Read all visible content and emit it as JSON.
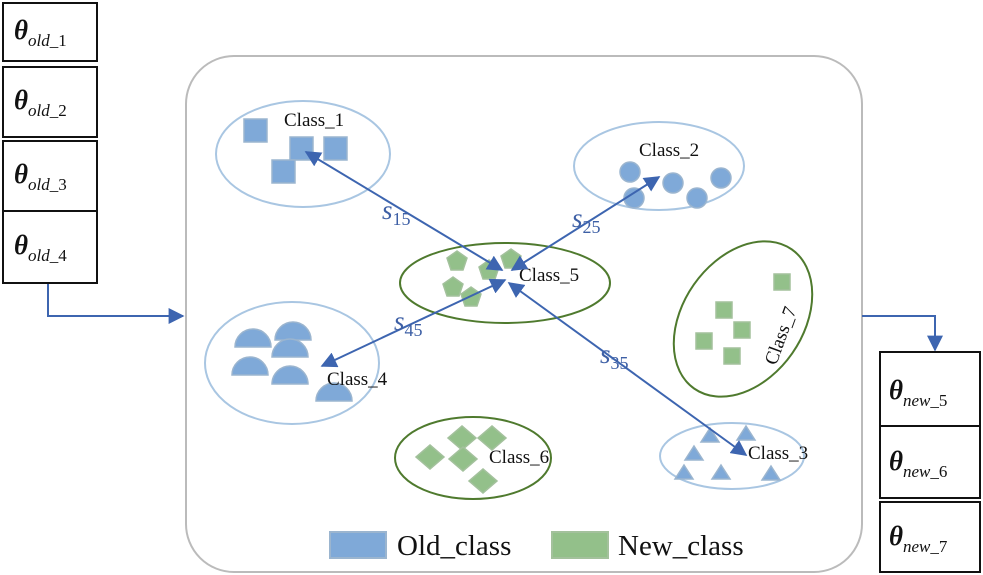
{
  "left_params": [
    {
      "symbol": "θ",
      "sub": "old",
      "num": "1"
    },
    {
      "symbol": "θ",
      "sub": "old",
      "num": "2"
    },
    {
      "symbol": "θ",
      "sub": "old",
      "num": "3"
    },
    {
      "symbol": "θ",
      "sub": "old",
      "num": "4"
    }
  ],
  "right_params": [
    {
      "symbol": "θ",
      "sub": "new",
      "num": "5"
    },
    {
      "symbol": "θ",
      "sub": "new",
      "num": "6"
    },
    {
      "symbol": "θ",
      "sub": "new",
      "num": "7"
    }
  ],
  "classes": {
    "c1": "Class_1",
    "c2": "Class_2",
    "c3": "Class_3",
    "c4": "Class_4",
    "c5": "Class_5",
    "c6": "Class_6",
    "c7": "Class_7"
  },
  "similarities": {
    "s15": {
      "s": "s",
      "n": "15"
    },
    "s25": {
      "s": "s",
      "n": "25"
    },
    "s45": {
      "s": "s",
      "n": "45"
    },
    "s35": {
      "s": "s",
      "n": "35"
    }
  },
  "legend": {
    "old": "Old_class",
    "new": "New_class"
  },
  "colors": {
    "old_fill": "#7fa9d8",
    "old_stroke": "#9bb5cf",
    "old_ellipse": "#a9c6e2",
    "new_fill": "#93c08a",
    "new_stroke": "#a3c19c",
    "new_ellipse": "#4f7a2e",
    "arrow": "#3d65b0",
    "sim_text": "#3d5fa5",
    "frame": "#bbbbbb"
  }
}
